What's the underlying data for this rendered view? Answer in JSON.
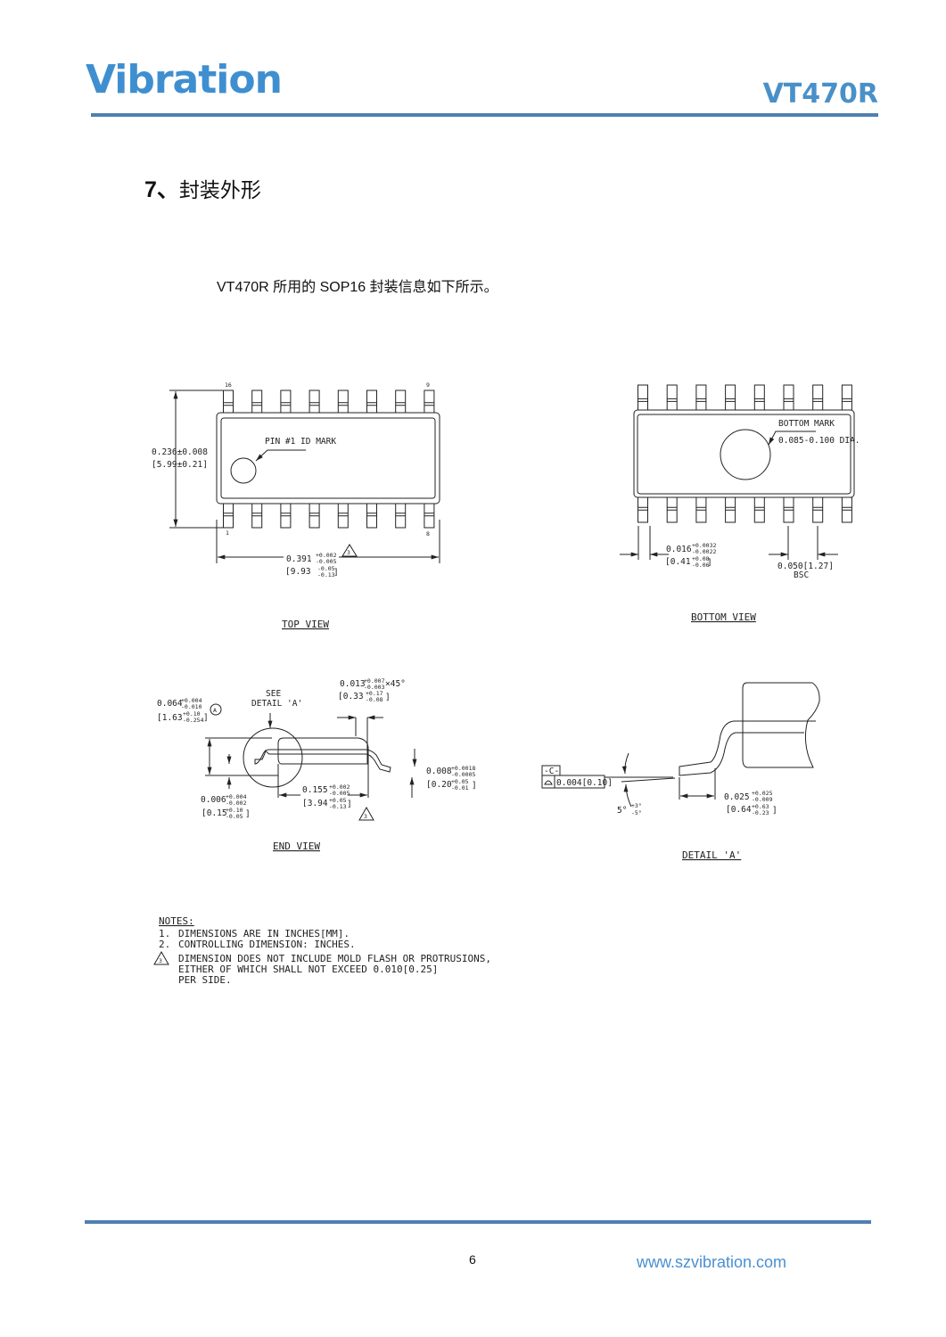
{
  "header": {
    "logo": "Vibration",
    "model": "VT470R"
  },
  "section": {
    "number": "7、",
    "title": "封装外形"
  },
  "intro": "VT470R 所用的  SOP16 封装信息如下所示。",
  "top_view": {
    "caption": "TOP VIEW",
    "pin_labels": {
      "top_left": "16",
      "top_right": "9",
      "bottom_left": "1",
      "bottom_right": "8"
    },
    "pin1_mark": "PIN #1 ID MARK",
    "width_in": "0.236±0.008",
    "width_mm": "[5.99±0.21]",
    "length_in": "0.391",
    "length_in_tol": [
      "+0.002",
      "-0.005"
    ],
    "length_mm": "[9.93",
    "length_mm_tol": [
      "-0.05",
      "-0.13"
    ],
    "length_mm_close": "]",
    "note_ref": "3"
  },
  "bottom_view": {
    "caption": "BOTTOM VIEW",
    "mark_label": "BOTTOM MARK",
    "mark_dia": "0.085-0.100 DIA.",
    "lead_w_in": "0.016",
    "lead_w_in_tol": [
      "+0.0032",
      "-0.0022"
    ],
    "lead_w_mm": "[0.41",
    "lead_w_mm_tol": [
      "+0.08",
      "-0.06"
    ],
    "close": "]",
    "pitch": "0.050[1.27]",
    "pitch_note": "BSC"
  },
  "end_view": {
    "caption": "END VIEW",
    "see": "SEE",
    "detail_ref": "DETAIL 'A'",
    "height_in": "0.064",
    "height_in_tol": [
      "+0.004",
      "-0.010"
    ],
    "height_mm": "[1.63",
    "height_mm_tol": [
      "+0.10",
      "-0.254"
    ],
    "close": "]",
    "height_note": "A",
    "chamfer_in": "0.013",
    "chamfer_in_tol": [
      "+0.007",
      "-0.003"
    ],
    "chamfer_suffix": "×45°",
    "chamfer_mm": "[0.33",
    "chamfer_mm_tol": [
      "+0.17",
      "-0.08"
    ],
    "thick_in": "0.008",
    "thick_in_tol": [
      "+0.0018",
      "-0.0005"
    ],
    "thick_mm": "[0.20",
    "thick_mm_tol": [
      "+0.05",
      "-0.01"
    ],
    "body_in": "0.155",
    "body_in_tol": [
      "+0.002",
      "-0.005"
    ],
    "body_mm": "[3.94",
    "body_mm_tol": [
      "+0.05",
      "-0.13"
    ],
    "body_note": "3",
    "standoff_in": "0.006",
    "standoff_in_tol": [
      "+0.004",
      "-0.002"
    ],
    "standoff_mm": "[0.15",
    "standoff_mm_tol": [
      "+0.10",
      "-0.05"
    ]
  },
  "detail_a": {
    "caption": "DETAIL 'A'",
    "datum": "-C-",
    "flatness": "0.004[0.10]",
    "angle": "5°",
    "angle_tol": [
      "+3°",
      "-5°"
    ],
    "foot_in": "0.025",
    "foot_in_tol": [
      "+0.025",
      "-0.009"
    ],
    "foot_mm": "[0.64",
    "foot_mm_tol": [
      "+0.63",
      "-0.23"
    ],
    "close": "]"
  },
  "notes": {
    "title": "NOTES:",
    "items": [
      {
        "num": "1.",
        "text": "DIMENSIONS ARE IN INCHES[MM]."
      },
      {
        "num": "2.",
        "text": "CONTROLLING DIMENSION: INCHES."
      },
      {
        "num": "3",
        "text": "DIMENSION DOES NOT INCLUDE MOLD FLASH OR PROTRUSIONS,",
        "text2": "EITHER OF WHICH SHALL NOT EXCEED 0.010[0.25]",
        "text3": "PER SIDE."
      }
    ]
  },
  "footer": {
    "page": "6",
    "url": "www.szvibration.com"
  }
}
